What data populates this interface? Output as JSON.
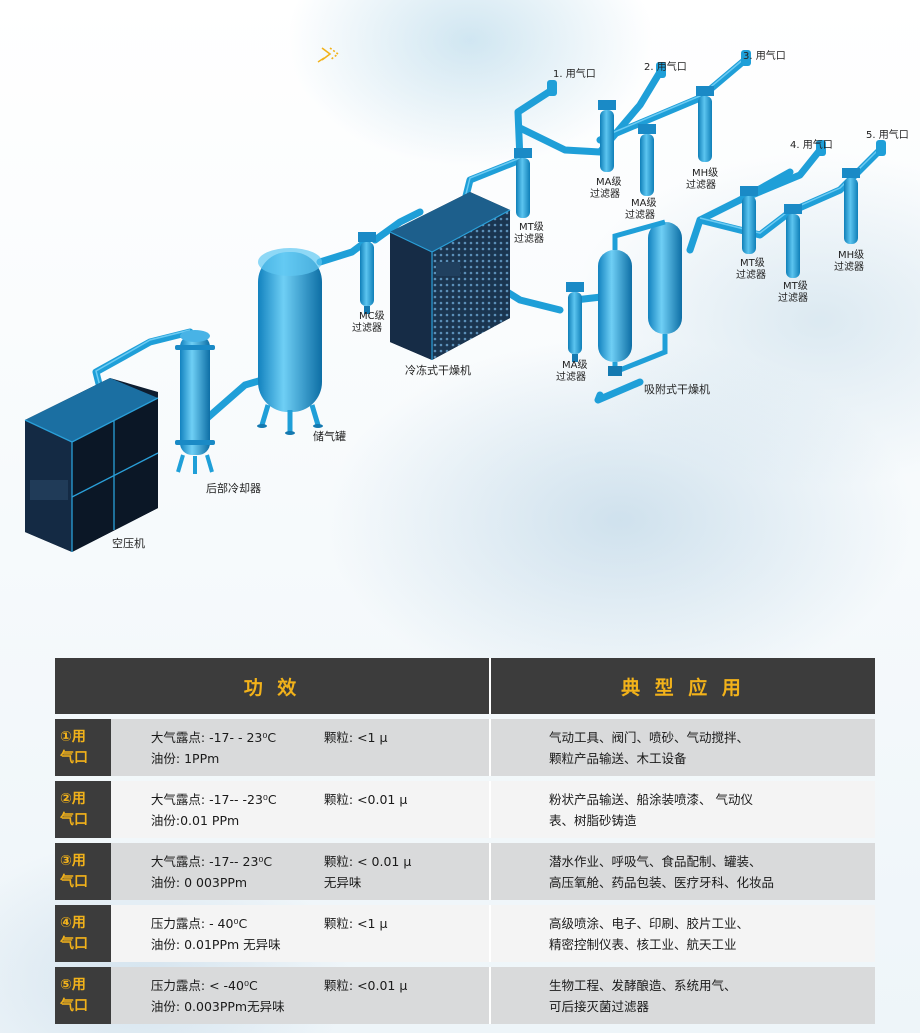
{
  "diagram": {
    "labels": {
      "compressor": "空压机",
      "aftercooler": "后部冷却器",
      "tank": "储气罐",
      "mc_filter_1": "MC级",
      "mc_filter_2": "过滤器",
      "refrig_dryer": "冷冻式干燥机",
      "ma_filter_low_1": "MA级",
      "ma_filter_low_2": "过滤器",
      "adsorb_dryer": "吸附式干燥机",
      "mt_filter_top_1": "MT级",
      "mt_filter_top_2": "过滤器",
      "ma_filter_top_a_1": "MA级",
      "ma_filter_top_a_2": "过滤器",
      "ma_filter_top_b_1": "MA级",
      "ma_filter_top_b_2": "过滤器",
      "mh_filter_top_1": "MH级",
      "mh_filter_top_2": "过滤器",
      "mt_filter_r1_1": "MT级",
      "mt_filter_r1_2": "过滤器",
      "mt_filter_r2_1": "MT级",
      "mt_filter_r2_2": "过滤器",
      "mh_filter_r_1": "MH级",
      "mh_filter_r_2": "过滤器",
      "outlet_1": "1. 用气口",
      "outlet_2": "2. 用气口",
      "outlet_3": "3. 用气口",
      "outlet_4": "4. 用气口",
      "outlet_5": "5. 用气口"
    },
    "colors": {
      "pipe": "#1f9fd8",
      "equipment_dark": "#14233a",
      "accent": "#f2b21a"
    }
  },
  "table": {
    "headers": {
      "effect": "功 效",
      "application": "典 型 应 用"
    },
    "rows": [
      {
        "num_a": "①用",
        "num_b": "气口",
        "spec_a": "大气露点: -17- - 23⁰C",
        "spec_b": "颗粒: <1 μ",
        "spec_c": "油份: 1PPm",
        "spec_d": "",
        "app_a": "气动工具、阀门、喷砂、气动搅拌、",
        "app_b": "颗粒产品输送、木工设备"
      },
      {
        "num_a": "②用",
        "num_b": "气口",
        "spec_a": "大气露点: -17-- -23⁰C",
        "spec_b": "颗粒: <0.01 μ",
        "spec_c": "油份:0.01 PPm",
        "spec_d": "",
        "app_a": "粉状产品输送、船涂装喷漆、 气动仪",
        "app_b": "表、树脂砂铸造"
      },
      {
        "num_a": "③用",
        "num_b": "气口",
        "spec_a": "大气露点: -17-- 23⁰C",
        "spec_b": "颗粒: < 0.01 μ",
        "spec_c": "油份: 0 003PPm",
        "spec_d": "无异味",
        "app_a": "潜水作业、呼吸气、食品配制、罐装、",
        "app_b": "高压氧舱、药品包装、医疗牙科、化妆品"
      },
      {
        "num_a": "④用",
        "num_b": "气口",
        "spec_a": "压力露点: - 40⁰C",
        "spec_b": "颗粒: <1 μ",
        "spec_c": "油份: 0.01PPm 无异味",
        "spec_d": "",
        "app_a": "高级喷涂、电子、印刷、胶片工业、",
        "app_b": "精密控制仪表、核工业、航天工业"
      },
      {
        "num_a": "⑤用",
        "num_b": "气口",
        "spec_a": "压力露点: < -40⁰C",
        "spec_b": "颗粒: <0.01 μ",
        "spec_c": "油份: 0.003PPm无异味",
        "spec_d": "",
        "app_a": "生物工程、发酵酿造、系统用气、",
        "app_b": "可后接灭菌过滤器"
      }
    ]
  }
}
